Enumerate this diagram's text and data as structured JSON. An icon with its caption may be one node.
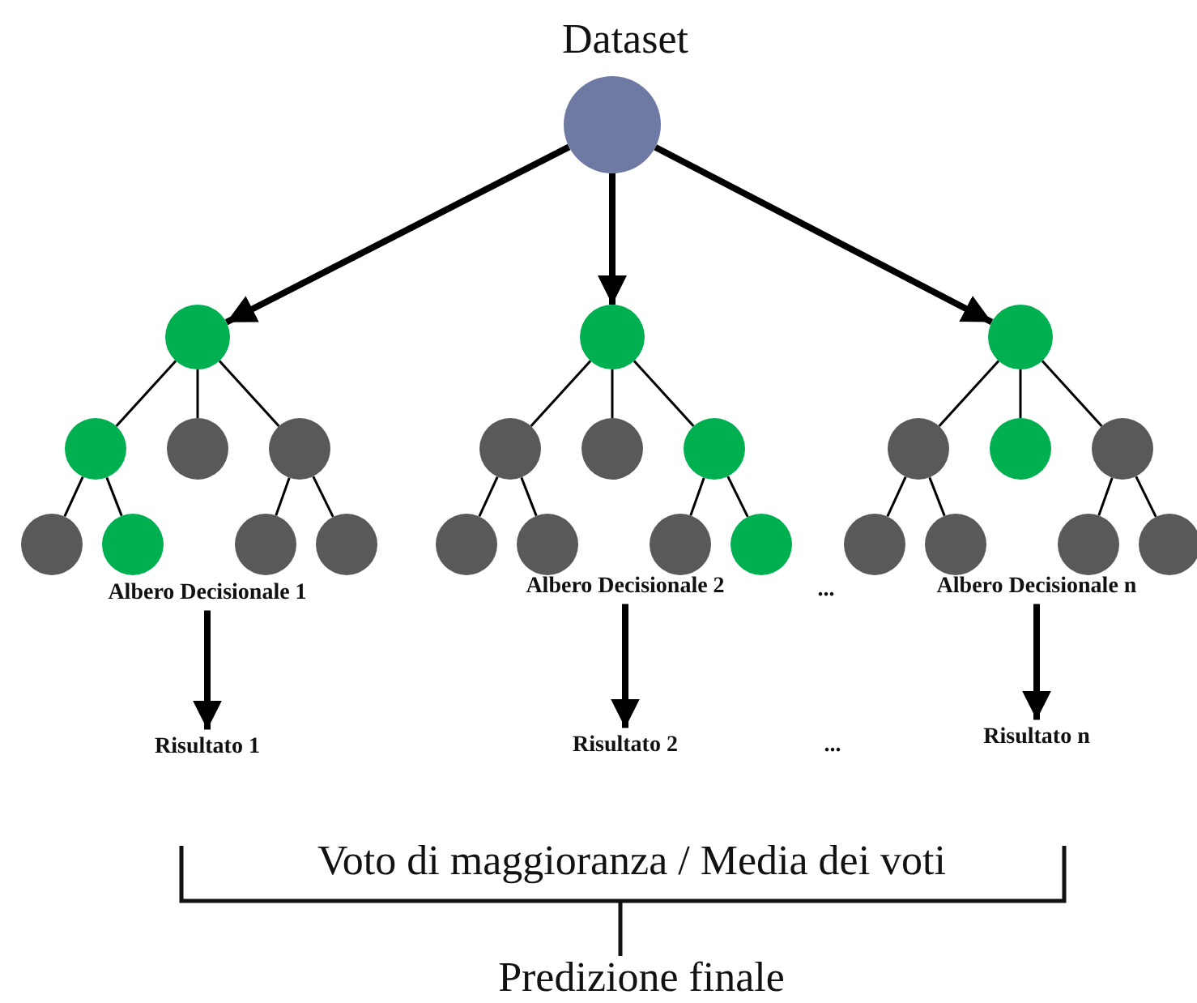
{
  "diagram": {
    "nodes": [
      {
        "text": [
          "Dataset"
        ]
      },
      {
        "text": [],
        "shape": "circle"
      },
      {
        "text": [],
        "shape": "circle"
      },
      {
        "text": [],
        "shape": "circle"
      },
      {
        "text": [],
        "shape": "circle"
      },
      {
        "text": [],
        "shape": "circle"
      },
      {
        "text": [],
        "shape": "circle"
      },
      {
        "text": [],
        "shape": "circle"
      },
      {
        "text": [],
        "shape": "circle"
      },
      {
        "text": [
          "Albero Decisionale 1"
        ]
      },
      {
        "text": [],
        "shape": "circle"
      },
      {
        "text": [],
        "shape": "circle"
      },
      {
        "text": [],
        "shape": "circle"
      },
      {
        "text": [],
        "shape": "circle"
      },
      {
        "text": [],
        "shape": "circle"
      },
      {
        "text": [],
        "shape": "circle"
      },
      {
        "text": [],
        "shape": "circle"
      },
      {
        "text": [],
        "shape": "circle"
      },
      {
        "text": [
          "Albero Decisionale 2"
        ]
      },
      {
        "text": [],
        "shape": "circle"
      },
      {
        "text": [],
        "shape": "circle"
      },
      {
        "text": [],
        "shape": "circle"
      },
      {
        "text": [],
        "shape": "circle"
      },
      {
        "text": [],
        "shape": "circle"
      },
      {
        "text": [],
        "shape": "circle"
      },
      {
        "text": [],
        "shape": "circle"
      },
      {
        "text": [],
        "shape": "circle"
      },
      {
        "text": [
          "Albero Decisionale n"
        ]
      },
      {
        "text": [
          "Risultato 1"
        ]
      },
      {
        "text": [
          "Risultato 2"
        ]
      },
      {
        "text": [
          "Risultato n"
        ]
      }
    ],
    "edges": [
      {
        "from": 0,
        "to": 1,
        "arrow": "to",
        "style": "thick"
      },
      {
        "from": 0,
        "to": 10,
        "arrow": "to",
        "style": "thick"
      },
      {
        "from": 0,
        "to": 19,
        "arrow": "to",
        "style": "thick"
      },
      {
        "from": 1,
        "to": 2,
        "arrow": "none"
      },
      {
        "from": 1,
        "to": 3,
        "arrow": "none"
      },
      {
        "from": 1,
        "to": 4,
        "arrow": "none"
      },
      {
        "from": 2,
        "to": 5,
        "arrow": "none"
      },
      {
        "from": 2,
        "to": 6,
        "arrow": "none"
      },
      {
        "from": 4,
        "to": 7,
        "arrow": "none"
      },
      {
        "from": 4,
        "to": 8,
        "arrow": "none"
      },
      {
        "from": 10,
        "to": 11,
        "arrow": "none"
      },
      {
        "from": 10,
        "to": 12,
        "arrow": "none"
      },
      {
        "from": 10,
        "to": 13,
        "arrow": "none"
      },
      {
        "from": 11,
        "to": 14,
        "arrow": "none"
      },
      {
        "from": 11,
        "to": 15,
        "arrow": "none"
      },
      {
        "from": 13,
        "to": 16,
        "arrow": "none"
      },
      {
        "from": 13,
        "to": 17,
        "arrow": "none"
      },
      {
        "from": 19,
        "to": 20,
        "arrow": "none"
      },
      {
        "from": 19,
        "to": 21,
        "arrow": "none"
      },
      {
        "from": 19,
        "to": 22,
        "arrow": "none"
      },
      {
        "from": 20,
        "to": 23,
        "arrow": "none"
      },
      {
        "from": 20,
        "to": 24,
        "arrow": "none"
      },
      {
        "from": 22,
        "to": 25,
        "arrow": "none"
      },
      {
        "from": 22,
        "to": 26,
        "arrow": "none"
      },
      {
        "from": 9,
        "to": 28,
        "arrow": "to",
        "style": "thick"
      },
      {
        "from": 18,
        "to": 29,
        "arrow": "to",
        "style": "thick"
      },
      {
        "from": 27,
        "to": 30,
        "arrow": "to",
        "style": "thick"
      }
    ],
    "labels": [
      "...",
      "...",
      "Voto di maggioranza / Media dei voti",
      "Predizione finale"
    ]
  }
}
